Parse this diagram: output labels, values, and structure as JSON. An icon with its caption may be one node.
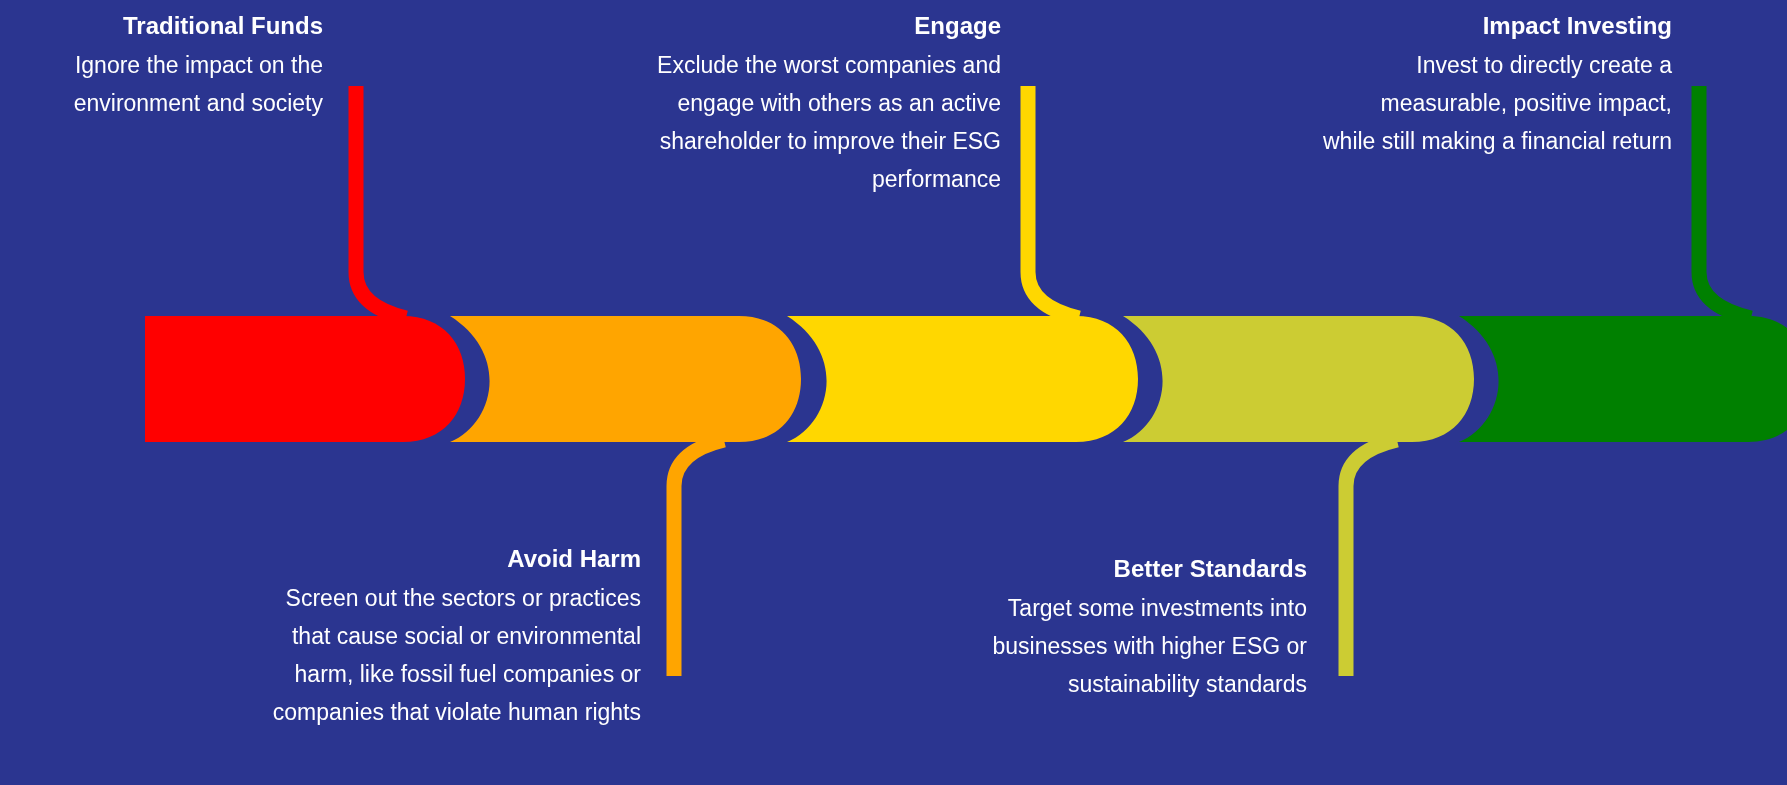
{
  "diagram": {
    "nodes": [
      {
        "text": [],
        "shape": "band"
      },
      {
        "text": [],
        "shape": "band"
      },
      {
        "text": [],
        "shape": "band"
      },
      {
        "text": [],
        "shape": "band"
      },
      {
        "text": [],
        "shape": "band"
      },
      {
        "text": [
          "Traditional Funds",
          "Ignore the impact on the environment and society"
        ]
      },
      {
        "text": [
          "Avoid Harm",
          "Screen out the sectors or practices that cause social or environmental harm, like fossil fuel companies or companies that violate human rights"
        ]
      },
      {
        "text": [
          "Engage",
          "Exclude the worst companies and engage with others as an active shareholder to improve their ESG performance"
        ]
      },
      {
        "text": [
          "Better Standards",
          "Target some investments into businesses with higher ESG or sustainability standards"
        ]
      },
      {
        "text": [
          "Impact Investing",
          "Invest to directly create a measurable, positive impact, while still making a financial return"
        ]
      }
    ],
    "edges": [
      {
        "from": 5,
        "to": 0,
        "arrow": "none",
        "color": "#ff0000"
      },
      {
        "from": 6,
        "to": 1,
        "arrow": "none",
        "color": "#ffa500"
      },
      {
        "from": 7,
        "to": 2,
        "arrow": "none",
        "color": "#ffd700"
      },
      {
        "from": 8,
        "to": 3,
        "arrow": "none",
        "color": "#cccc33"
      },
      {
        "from": 9,
        "to": 4,
        "arrow": "none",
        "color": "#008000"
      }
    ]
  }
}
